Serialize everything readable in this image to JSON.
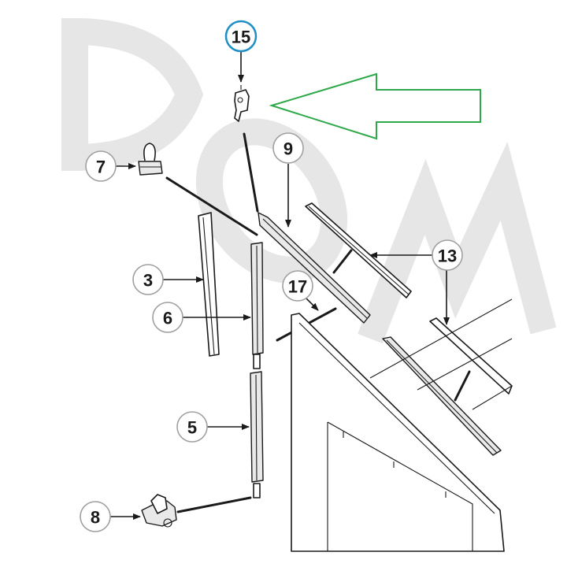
{
  "callouts": [
    {
      "id": "15",
      "label": "15",
      "highlighted": true
    },
    {
      "id": "7",
      "label": "7"
    },
    {
      "id": "9",
      "label": "9"
    },
    {
      "id": "13",
      "label": "13"
    },
    {
      "id": "3",
      "label": "3"
    },
    {
      "id": "17",
      "label": "17"
    },
    {
      "id": "6",
      "label": "6"
    },
    {
      "id": "5",
      "label": "5"
    },
    {
      "id": "8",
      "label": "8"
    }
  ],
  "colors": {
    "highlight_ring": "#1e8fc6",
    "pointer_arrow": "#2ea84a",
    "watermark": "#e6e6e6",
    "line": "#1a1a1a"
  },
  "watermark": {
    "text": "DOM"
  }
}
